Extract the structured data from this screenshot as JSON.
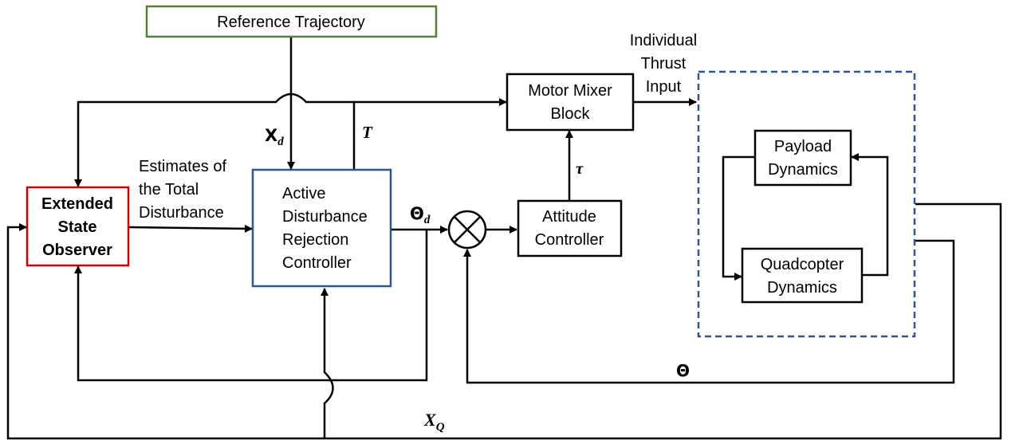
{
  "blocks": {
    "reference": {
      "label": "Reference Trajectory",
      "border": "#548235"
    },
    "eso": {
      "line1": "Extended",
      "line2": "State",
      "line3": "Observer",
      "border": "#d00000"
    },
    "adrc": {
      "line1": "Active",
      "line2": "Disturbance",
      "line3": "Rejection",
      "line4": "Controller",
      "border": "#2f5597"
    },
    "motor_mixer": {
      "line1": "Motor Mixer",
      "line2": "Block"
    },
    "attitude": {
      "line1": "Attitude",
      "line2": "Controller"
    },
    "payload": {
      "line1": "Payload",
      "line2": "Dynamics"
    },
    "quadcopter": {
      "line1": "Quadcopter",
      "line2": "Dynamics"
    },
    "plant_group_border": "#2f5597"
  },
  "labels": {
    "thrust_input": {
      "line1": "Individual",
      "line2": "Thrust",
      "line3": "Input"
    },
    "estimates": {
      "line1": "Estimates of",
      "line2": "the Total",
      "line3": "Disturbance"
    },
    "xd_base": "X",
    "xd_sub": "d",
    "T": "T",
    "theta_d_base": "Θ",
    "theta_d_sub": "d",
    "tau": "τ",
    "theta": "Θ",
    "xq_base": "X",
    "xq_sub": "Q"
  }
}
